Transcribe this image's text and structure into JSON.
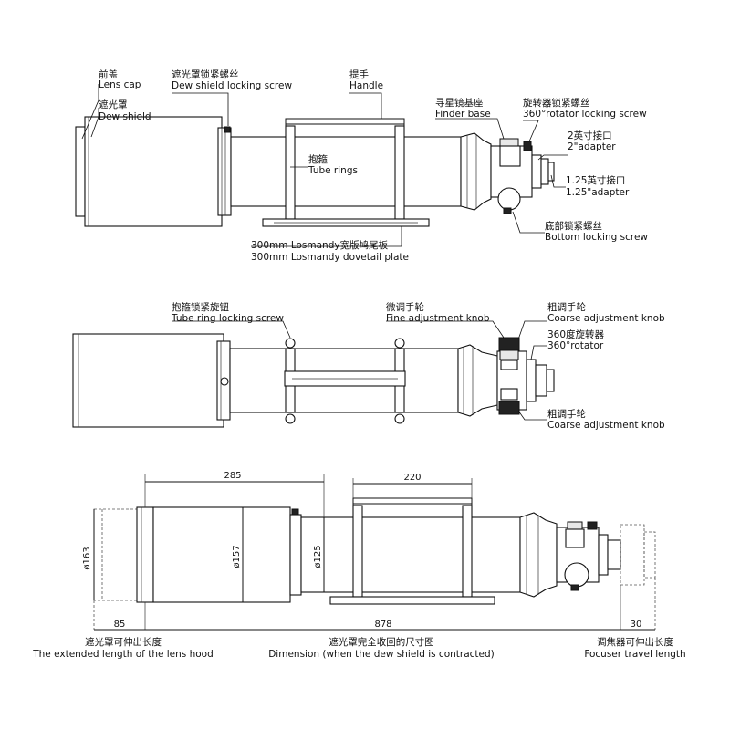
{
  "labels": {
    "lens_cap": {
      "zh": "前盖",
      "en": "Lens cap"
    },
    "dew_shield": {
      "zh": "遮光罩",
      "en": "Dew shield"
    },
    "dew_shield_screw": {
      "zh": "遮光罩锁紧螺丝",
      "en": "Dew shield locking screw"
    },
    "handle": {
      "zh": "提手",
      "en": "Handle"
    },
    "finder_base": {
      "zh": "寻星镜基座",
      "en": "Finder base"
    },
    "rotator_screw": {
      "zh": "旋转器锁紧螺丝",
      "en": "360°rotator locking screw"
    },
    "adapter2": {
      "zh": "2英寸接口",
      "en": "2\"adapter"
    },
    "adapter125": {
      "zh": "1.25英寸接口",
      "en": "1.25\"adapter"
    },
    "tube_rings": {
      "zh": "抱箍",
      "en": "Tube rings"
    },
    "bottom_screw": {
      "zh": "底部锁紧螺丝",
      "en": "Bottom locking screw"
    },
    "dovetail": {
      "zh": "300mm Losmandy宽版鸠尾板",
      "en": "300mm Losmandy dovetail plate"
    },
    "tube_ring_screw": {
      "zh": "抱箍锁紧旋钮",
      "en": "Tube ring locking screw"
    },
    "fine_knob": {
      "zh": "微调手轮",
      "en": "Fine adjustment knob"
    },
    "coarse_knob_top": {
      "zh": "粗调手轮",
      "en": "Coarse adjustment knob"
    },
    "rotator": {
      "zh": "360度旋转器",
      "en": "360°rotator"
    },
    "coarse_knob_bottom": {
      "zh": "粗调手轮",
      "en": "Coarse adjustment knob"
    }
  },
  "dimensions": {
    "d285": "285",
    "d220": "220",
    "d163": "ø163",
    "d157": "ø157",
    "d125": "ø125",
    "d85": "85",
    "d878": "878",
    "d30": "30"
  },
  "captions": {
    "hood": {
      "zh": "遮光罩可伸出长度",
      "en": "The extended length of the lens hood"
    },
    "dimension": {
      "zh": "遮光罩完全收回的尺寸图",
      "en": "Dimension (when the dew shield is contracted)"
    },
    "focuser": {
      "zh": "调焦器可伸出长度",
      "en": "Focuser travel length"
    }
  }
}
